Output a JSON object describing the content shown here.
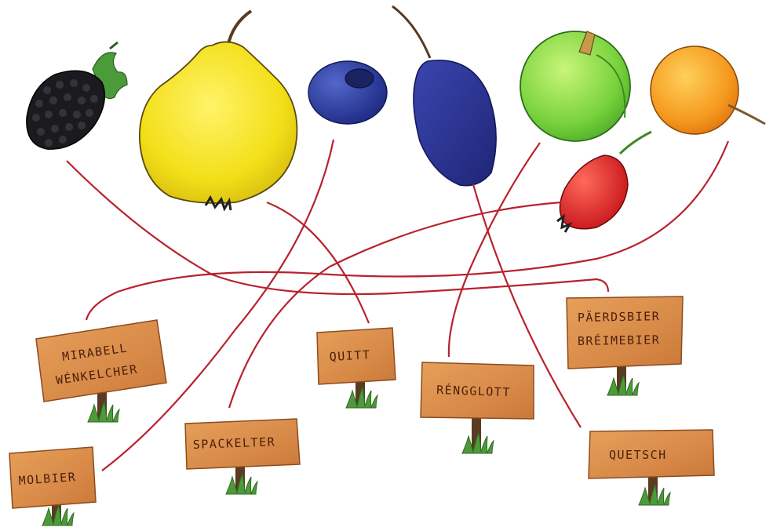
{
  "signs": {
    "mirabell_wenkelcher": [
      "MIRABELL",
      "WÉNKELCHER"
    ],
    "molbier": "MOLBIER",
    "spackelter": "SPACKELTER",
    "quitt": "QUITT",
    "rengglott": "RÉNGGLOTT",
    "paerdsbier_breimebier": [
      "PÄERDSBIER",
      "BRÉIMEBIER"
    ],
    "quetsch": "QUETSCH"
  },
  "colors": {
    "line": "#b8222e",
    "sign_fill": "#d9894a",
    "sign_edge": "#a55a2a",
    "post": "#5a3a22",
    "grass": "#4d9a3a",
    "blackberry": "#1b1b1f",
    "quince": "#f5e31c",
    "blueberry": "#2f3f9c",
    "plum": "#2c3390",
    "greengage": "#86d64a",
    "mirabelle": "#f39a1e",
    "rosehip": "#d8252a"
  },
  "icons": [
    "blackberry-icon",
    "quince-icon",
    "blueberry-icon",
    "plum-icon",
    "greengage-icon",
    "mirabelle-icon",
    "rosehip-icon"
  ]
}
